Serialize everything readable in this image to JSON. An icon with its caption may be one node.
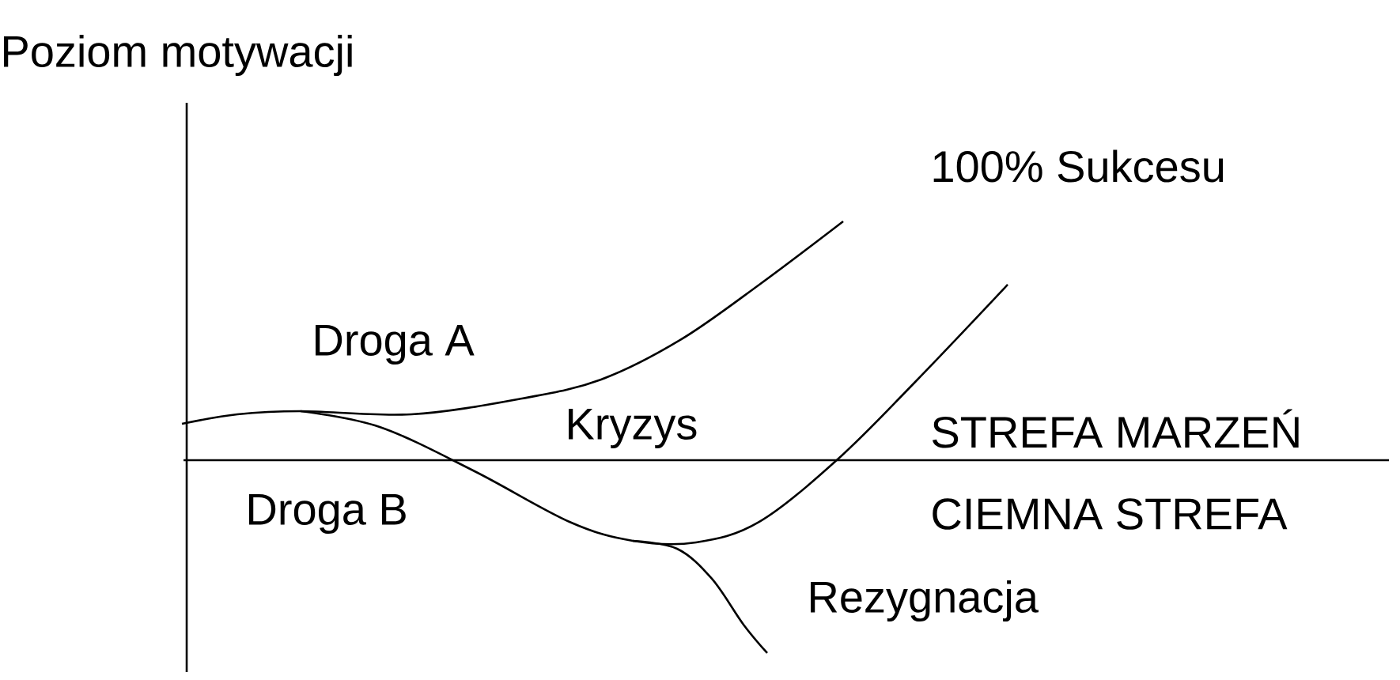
{
  "diagram": {
    "labels": [
      "Poziom motywacji",
      "100% Sukcesu",
      "Droga A",
      "Kryzys",
      "STREFA MARZEŃ",
      "Droga B",
      "CIEMNA STREFA",
      "Rezygnacja"
    ]
  }
}
